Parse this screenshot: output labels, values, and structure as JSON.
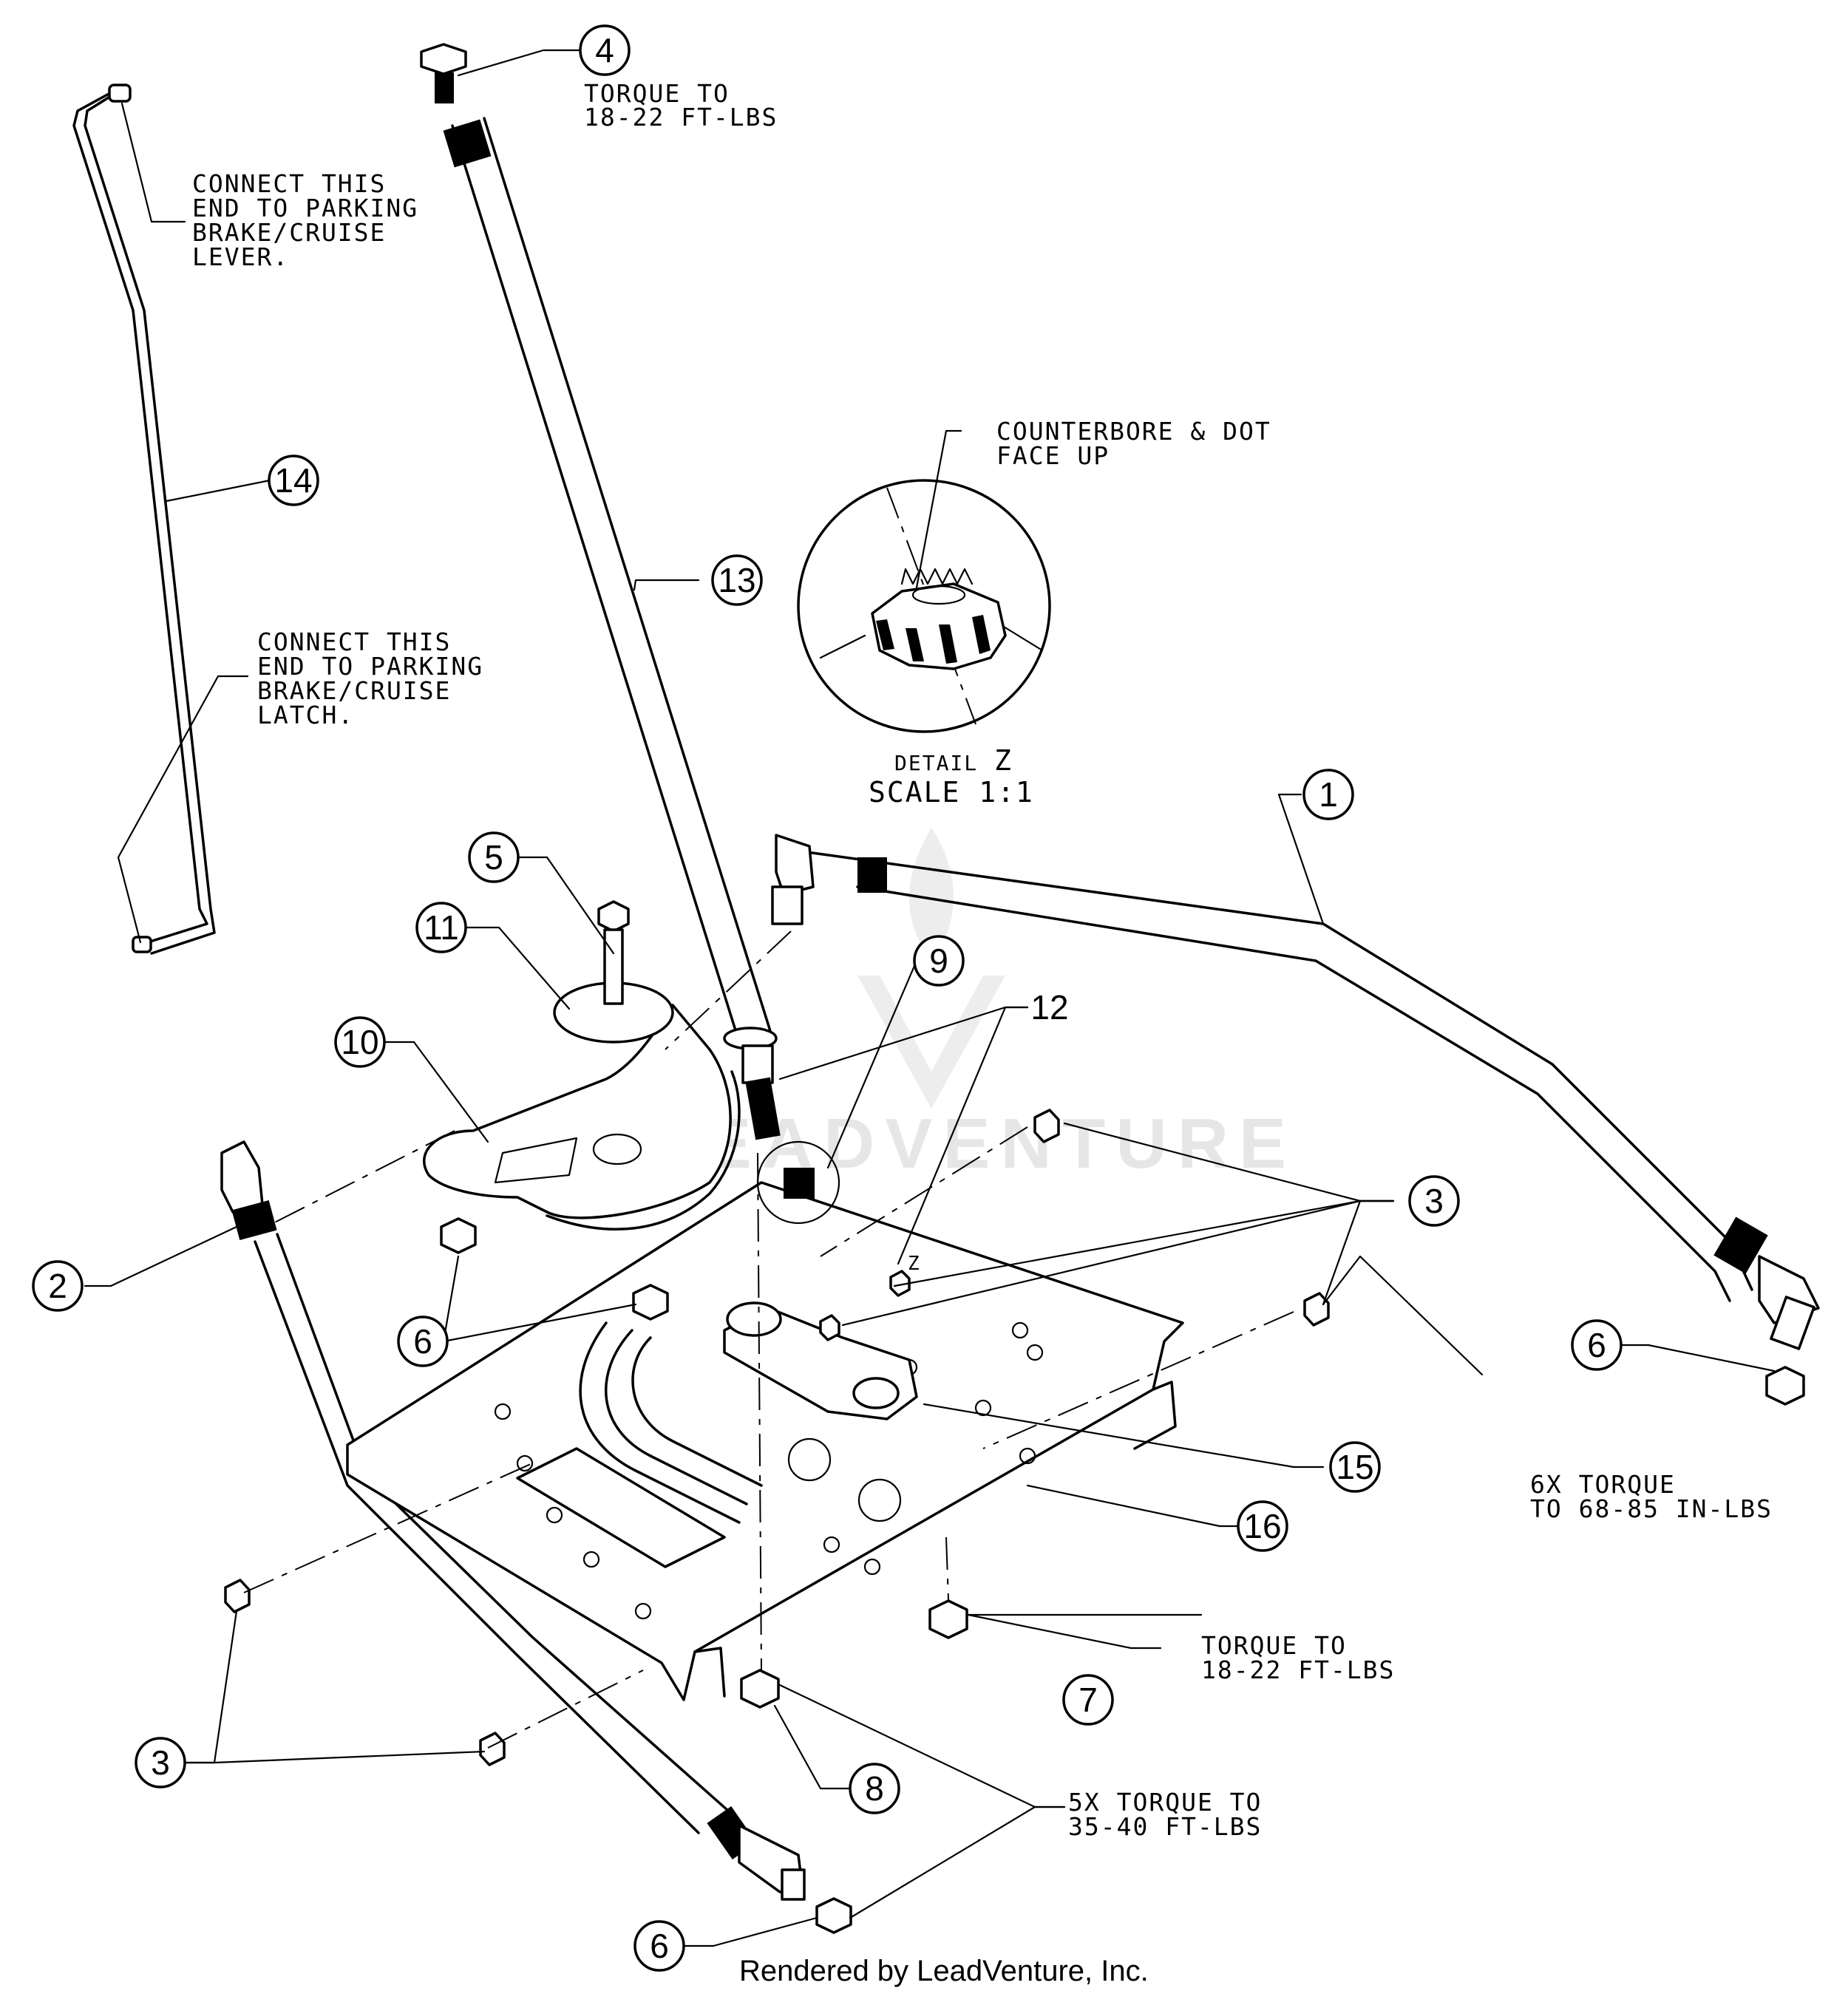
{
  "diagram": {
    "callouts": {
      "c1": "1",
      "c2": "2",
      "c3a": "3",
      "c3b": "3",
      "c4": "4",
      "c5": "5",
      "c6a": "6",
      "c6b": "6",
      "c6c": "6",
      "c7": "7",
      "c8": "8",
      "c9": "9",
      "c10": "10",
      "c11": "11",
      "c12": "12",
      "c13": "13",
      "c14": "14",
      "c15": "15",
      "c16": "16"
    },
    "notes": {
      "torque_top_1": "TORQUE TO",
      "torque_top_2": "18-22 FT-LBS",
      "parking_lever_1": "CONNECT THIS",
      "parking_lever_2": "END TO PARKING",
      "parking_lever_3": "BRAKE/CRUISE",
      "parking_lever_4": "LEVER.",
      "parking_latch_1": "CONNECT THIS",
      "parking_latch_2": "END TO PARKING",
      "parking_latch_3": "BRAKE/CRUISE",
      "parking_latch_4": "LATCH.",
      "counterbore_1": "COUNTERBORE & DOT",
      "counterbore_2": "FACE UP",
      "detail_label": "DETAIL",
      "detail_letter": "Z",
      "detail_scale": "SCALE 1:1",
      "detail_marker": "Z",
      "torque_6x_1": "6X TORQUE",
      "torque_6x_2": "TO 68-85 IN-LBS",
      "torque_mid_1": "TORQUE TO",
      "torque_mid_2": "18-22 FT-LBS",
      "torque_5x_1": "5X TORQUE TO",
      "torque_5x_2": "35-40 FT-LBS"
    },
    "footer": "Rendered by LeadVenture, Inc.",
    "watermark": "LEADVENTURE"
  }
}
